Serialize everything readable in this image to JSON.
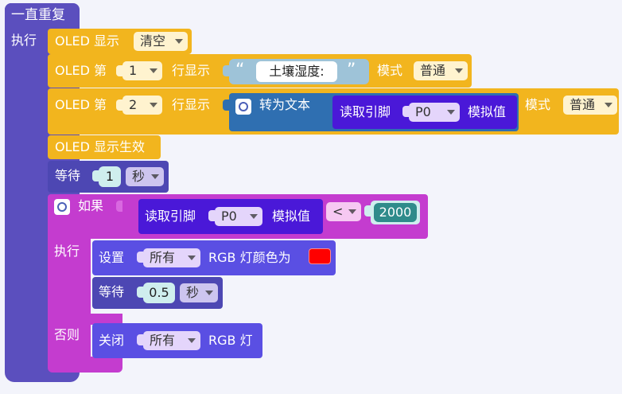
{
  "forever": {
    "label": "一直重复",
    "do_label": "执行"
  },
  "oled_clear": {
    "prefix": "OLED 显示",
    "option": "清空"
  },
  "oled_row1": {
    "prefix": "OLED 第",
    "row": "1",
    "middle": "行显示",
    "quote_open": "“",
    "text": "土壤湿度:",
    "quote_close": "”",
    "mode_label": "模式",
    "mode": "普通"
  },
  "oled_row2": {
    "prefix": "OLED 第",
    "row": "2",
    "middle": "行显示",
    "to_text_label": "转为文本",
    "read_pin_label": "读取引脚",
    "pin": "P0",
    "analog_label": "模拟值",
    "mode_label": "模式",
    "mode": "普通"
  },
  "oled_apply": {
    "label": "OLED 显示生效"
  },
  "wait1": {
    "label": "等待",
    "value": "1",
    "unit": "秒"
  },
  "if_block": {
    "if_label": "如果",
    "read_pin_label": "读取引脚",
    "pin": "P0",
    "analog_label": "模拟值",
    "operator": "<",
    "compare_value": "2000",
    "do_label": "执行",
    "else_label": "否则"
  },
  "rgb_set": {
    "set_label": "设置",
    "target": "所有",
    "suffix": "RGB 灯颜色为",
    "color": "#ff0000"
  },
  "wait2": {
    "label": "等待",
    "value": "0.5",
    "unit": "秒"
  },
  "rgb_off": {
    "label": "关闭",
    "target": "所有",
    "suffix": "RGB 灯"
  }
}
